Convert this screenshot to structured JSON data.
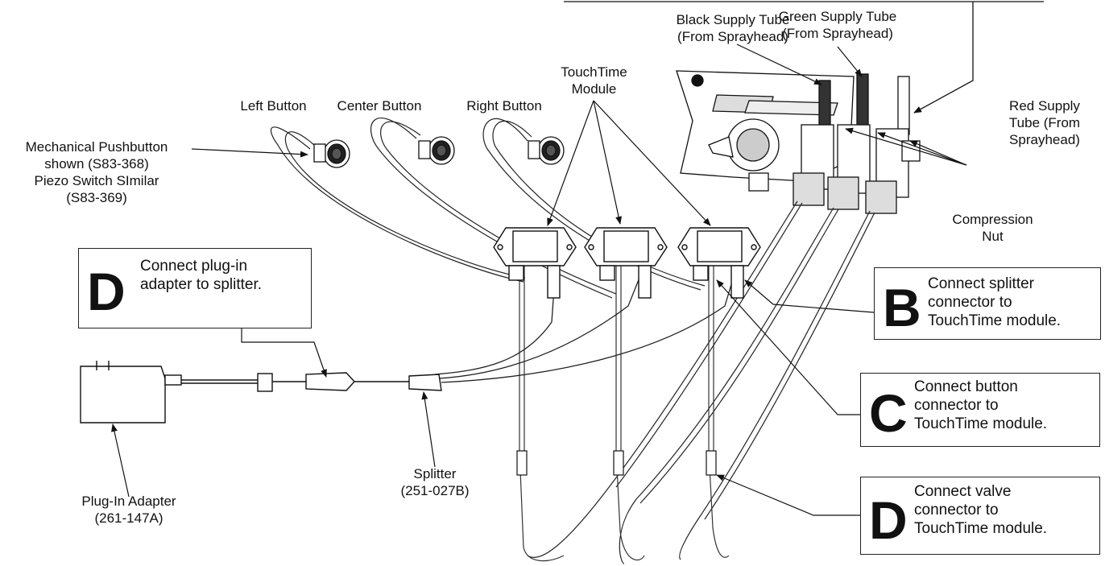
{
  "labels": {
    "pushbutton": [
      "Mechanical Pushbutton",
      "shown (S83-368)",
      "Piezo Switch SImilar",
      "(S83-369)"
    ],
    "left_button": "Left Button",
    "center_button": "Center Button",
    "right_button": "Right Button",
    "touchtime_module": [
      "TouchTime",
      "Module"
    ],
    "black_supply": [
      "Black Supply Tube",
      "(From Sprayhead)"
    ],
    "green_supply": [
      "Green Supply Tube",
      "(From Sprayhead)"
    ],
    "red_supply": [
      "Red Supply",
      "Tube (From",
      "Sprayhead)"
    ],
    "compression_nut": [
      "Compression",
      "Nut"
    ],
    "splitter": [
      "Splitter",
      "(251-027B)"
    ],
    "plug_in_adapter": [
      "Plug-In Adapter",
      "(261-147A)"
    ]
  },
  "steps": {
    "d_top": {
      "letter": "D",
      "lines": [
        "Connect plug-in",
        "adapter to splitter."
      ]
    },
    "b": {
      "letter": "B",
      "lines": [
        "Connect splitter",
        "connector to",
        "TouchTime module."
      ]
    },
    "c": {
      "letter": "C",
      "lines": [
        "Connect button",
        "connector to",
        "TouchTime module."
      ]
    },
    "d_bottom": {
      "letter": "D",
      "lines": [
        "Connect valve",
        "connector to",
        "TouchTime module."
      ]
    }
  }
}
